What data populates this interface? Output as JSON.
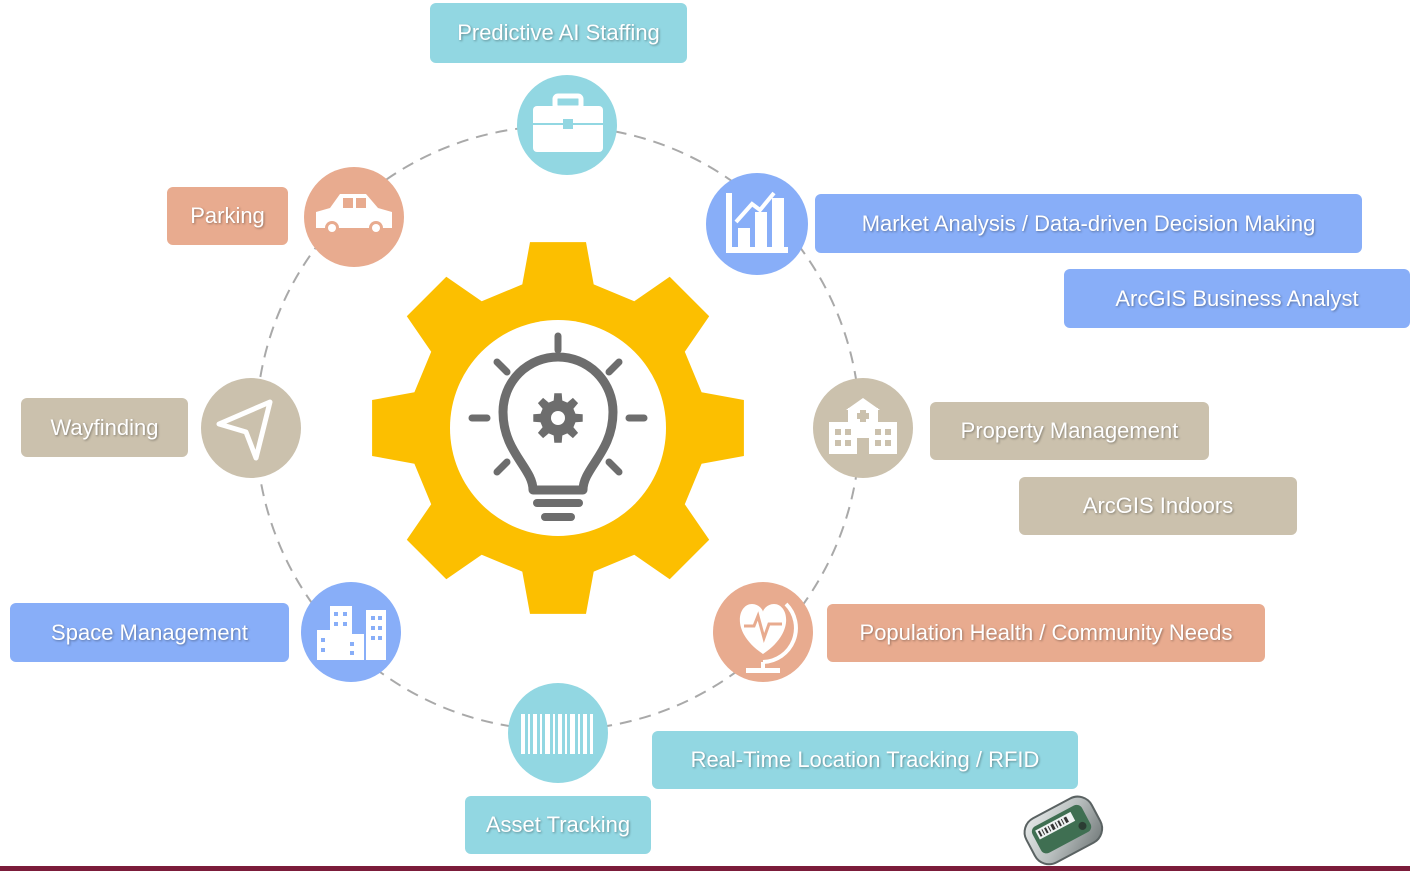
{
  "center": {
    "icon": "lightbulb-gear-icon",
    "gear_color": "#fcbf00",
    "icon_color": "#6d6d6d"
  },
  "colors": {
    "teal": "#92d7e2",
    "blue": "#88aef8",
    "tan": "#cbc1ad",
    "salmon": "#e8ab8f",
    "bar": "#7b1c3a"
  },
  "nodes": [
    {
      "id": "staffing",
      "label": "Predictive AI Staffing",
      "icon": "briefcase-icon",
      "color": "teal"
    },
    {
      "id": "market",
      "label": "Market Analysis / Data-driven Decision Making",
      "sublabel": "ArcGIS Business Analyst",
      "icon": "bar-chart-icon",
      "color": "blue"
    },
    {
      "id": "property",
      "label": "Property Management",
      "sublabel": "ArcGIS Indoors",
      "icon": "hospital-icon",
      "color": "tan"
    },
    {
      "id": "population",
      "label": "Population Health / Community Needs",
      "icon": "heart-globe-icon",
      "color": "salmon"
    },
    {
      "id": "asset",
      "label": "Asset Tracking",
      "sublabel": "Real-Time Location Tracking / RFID",
      "icon": "barcode-icon",
      "color": "teal"
    },
    {
      "id": "space",
      "label": "Space Management",
      "icon": "buildings-icon",
      "color": "blue"
    },
    {
      "id": "wayfinding",
      "label": "Wayfinding",
      "icon": "navigation-arrow-icon",
      "color": "tan"
    },
    {
      "id": "parking",
      "label": "Parking",
      "icon": "car-icon",
      "color": "salmon"
    }
  ]
}
